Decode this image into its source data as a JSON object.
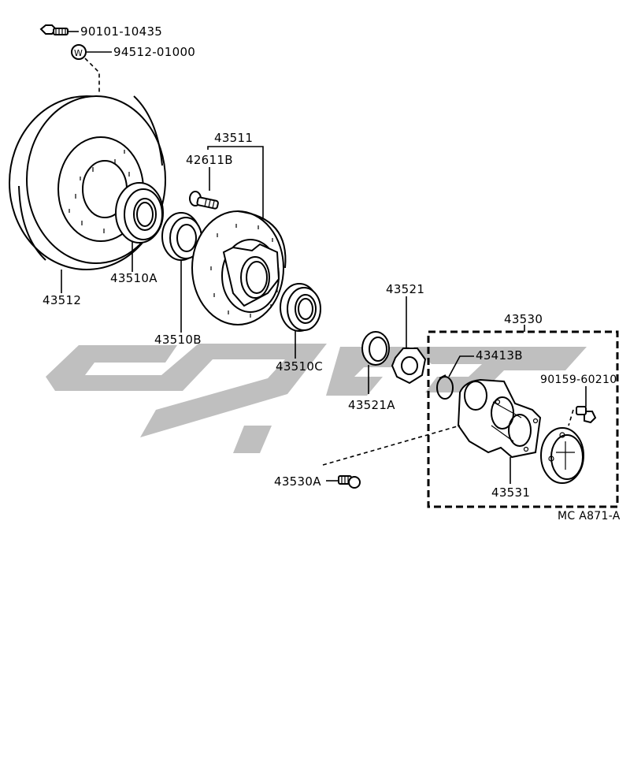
{
  "diagram": {
    "labels": {
      "p90101": "90101-10435",
      "p94512": "94512-01000",
      "p43511": "43511",
      "p42611B": "42611B",
      "p43512": "43512",
      "p43510A": "43510A",
      "p43510B": "43510B",
      "p43510C": "43510C",
      "p43521": "43521",
      "p43521A": "43521A",
      "p43530": "43530",
      "p43413B": "43413B",
      "p90159": "90159-60210",
      "p43531": "43531",
      "p43530A": "43530A",
      "code": "MC A871-A"
    },
    "washer_mark": "W",
    "colors": {
      "line": "#000000",
      "watermark": "#bfbfbf",
      "background": "#ffffff"
    }
  }
}
